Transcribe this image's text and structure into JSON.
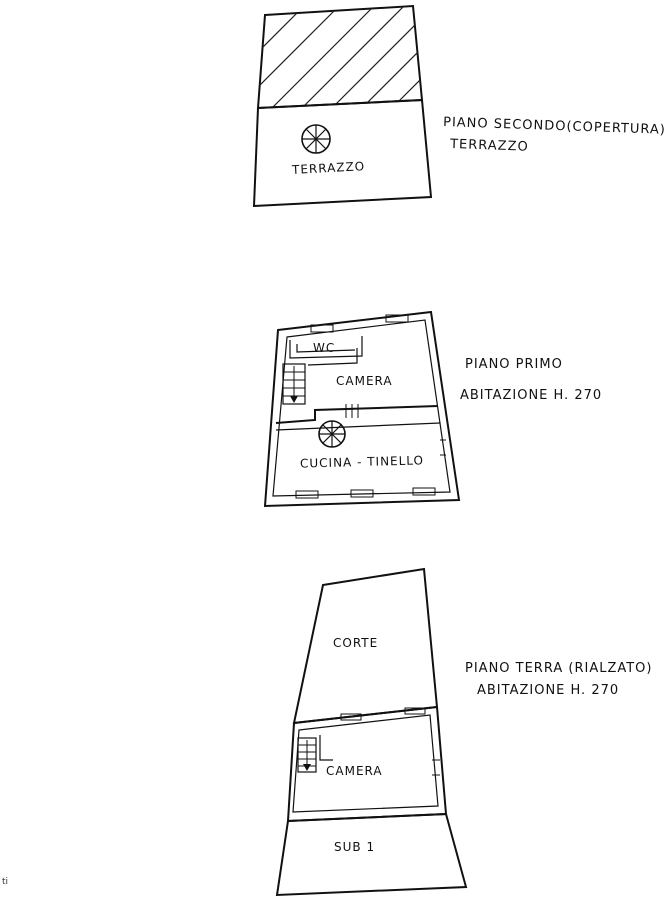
{
  "floors": {
    "second": {
      "title": "PIANO SECONDO(COPERTURA)",
      "subtitle": "TERRAZZO",
      "rooms": {
        "terrace": "TERRAZZO"
      }
    },
    "first": {
      "title": "PIANO PRIMO",
      "subtitle": "ABITAZIONE H. 270",
      "rooms": {
        "wc": "WC",
        "bedroom": "CAMERA",
        "kitchen": "CUCINA - TINELLO"
      }
    },
    "ground": {
      "title": "PIANO TERRA (RIALZATO)",
      "subtitle": "ABITAZIONE H. 270",
      "rooms": {
        "courtyard": "CORTE",
        "bedroom": "CAMERA",
        "sub": "SUB 1"
      }
    }
  },
  "corner_note": "ti",
  "icons": [
    "roof-vent-icon",
    "ventilation-fan-icon",
    "staircase-icon"
  ]
}
